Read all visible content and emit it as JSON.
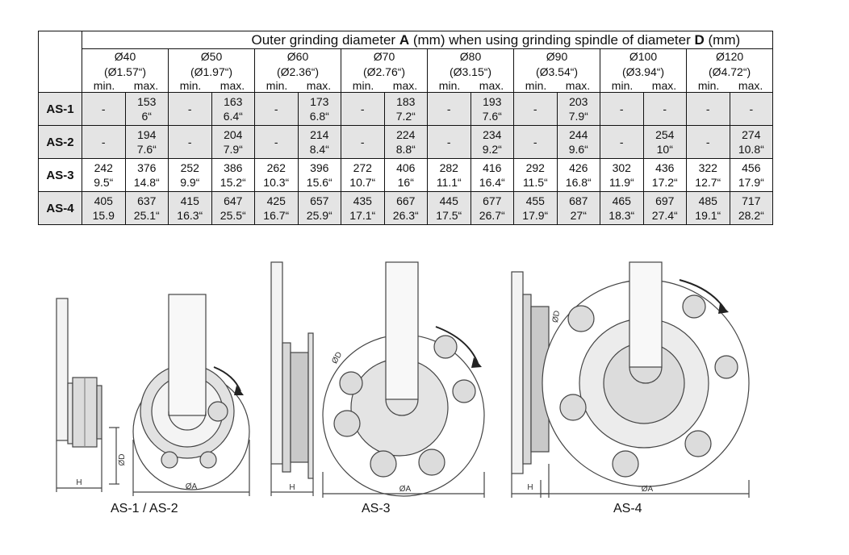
{
  "table": {
    "title_prefix": "Outer grinding diameter ",
    "title_a": "A",
    "title_middle": " (mm) when using grinding spindle of diameter ",
    "title_d": "D",
    "title_suffix": " (mm)",
    "diameters": [
      {
        "mm": "Ø40",
        "inch": "(Ø1.57“)"
      },
      {
        "mm": "Ø50",
        "inch": "(Ø1.97“)"
      },
      {
        "mm": "Ø60",
        "inch": "(Ø2.36“)"
      },
      {
        "mm": "Ø70",
        "inch": "(Ø2.76“)"
      },
      {
        "mm": "Ø80",
        "inch": "(Ø3.15“)"
      },
      {
        "mm": "Ø90",
        "inch": "(Ø3.54“)"
      },
      {
        "mm": "Ø100",
        "inch": "(Ø3.94“)"
      },
      {
        "mm": "Ø120",
        "inch": "(Ø4.72“)"
      }
    ],
    "min_label": "min.",
    "max_label": "max.",
    "rows": [
      {
        "name": "AS-1",
        "cells": [
          {
            "mm": "-",
            "inch": ""
          },
          {
            "mm": "153",
            "inch": "6“"
          },
          {
            "mm": "-",
            "inch": ""
          },
          {
            "mm": "163",
            "inch": "6.4“"
          },
          {
            "mm": "-",
            "inch": ""
          },
          {
            "mm": "173",
            "inch": "6.8“"
          },
          {
            "mm": "-",
            "inch": ""
          },
          {
            "mm": "183",
            "inch": "7.2“"
          },
          {
            "mm": "-",
            "inch": ""
          },
          {
            "mm": "193",
            "inch": "7.6“"
          },
          {
            "mm": "-",
            "inch": ""
          },
          {
            "mm": "203",
            "inch": "7.9“"
          },
          {
            "mm": "-",
            "inch": ""
          },
          {
            "mm": "-",
            "inch": ""
          },
          {
            "mm": "-",
            "inch": ""
          },
          {
            "mm": "-",
            "inch": ""
          }
        ]
      },
      {
        "name": "AS-2",
        "cells": [
          {
            "mm": "-",
            "inch": ""
          },
          {
            "mm": "194",
            "inch": "7.6“"
          },
          {
            "mm": "-",
            "inch": ""
          },
          {
            "mm": "204",
            "inch": "7.9“"
          },
          {
            "mm": "-",
            "inch": ""
          },
          {
            "mm": "214",
            "inch": "8.4“"
          },
          {
            "mm": "-",
            "inch": ""
          },
          {
            "mm": "224",
            "inch": "8.8“"
          },
          {
            "mm": "-",
            "inch": ""
          },
          {
            "mm": "234",
            "inch": "9.2“"
          },
          {
            "mm": "-",
            "inch": ""
          },
          {
            "mm": "244",
            "inch": "9.6“"
          },
          {
            "mm": "-",
            "inch": ""
          },
          {
            "mm": "254",
            "inch": "10“"
          },
          {
            "mm": "-",
            "inch": ""
          },
          {
            "mm": "274",
            "inch": "10.8“"
          }
        ]
      },
      {
        "name": "AS-3",
        "cells": [
          {
            "mm": "242",
            "inch": "9.5“"
          },
          {
            "mm": "376",
            "inch": "14.8“"
          },
          {
            "mm": "252",
            "inch": "9.9“"
          },
          {
            "mm": "386",
            "inch": "15.2“"
          },
          {
            "mm": "262",
            "inch": "10.3“"
          },
          {
            "mm": "396",
            "inch": "15.6“"
          },
          {
            "mm": "272",
            "inch": "10.7“"
          },
          {
            "mm": "406",
            "inch": "16“"
          },
          {
            "mm": "282",
            "inch": "11.1“"
          },
          {
            "mm": "416",
            "inch": "16.4“"
          },
          {
            "mm": "292",
            "inch": "11.5“"
          },
          {
            "mm": "426",
            "inch": "16.8“"
          },
          {
            "mm": "302",
            "inch": "11.9“"
          },
          {
            "mm": "436",
            "inch": "17.2“"
          },
          {
            "mm": "322",
            "inch": "12.7“"
          },
          {
            "mm": "456",
            "inch": "17.9“"
          }
        ]
      },
      {
        "name": "AS-4",
        "cells": [
          {
            "mm": "405",
            "inch": "15.9"
          },
          {
            "mm": "637",
            "inch": "25.1“"
          },
          {
            "mm": "415",
            "inch": "16.3“"
          },
          {
            "mm": "647",
            "inch": "25.5“"
          },
          {
            "mm": "425",
            "inch": "16.7“"
          },
          {
            "mm": "657",
            "inch": "25.9“"
          },
          {
            "mm": "435",
            "inch": "17.1“"
          },
          {
            "mm": "667",
            "inch": "26.3“"
          },
          {
            "mm": "445",
            "inch": "17.5“"
          },
          {
            "mm": "677",
            "inch": "26.7“"
          },
          {
            "mm": "455",
            "inch": "17.9“"
          },
          {
            "mm": "687",
            "inch": "27“"
          },
          {
            "mm": "465",
            "inch": "18.3“"
          },
          {
            "mm": "697",
            "inch": "27.4“"
          },
          {
            "mm": "485",
            "inch": "19.1“"
          },
          {
            "mm": "717",
            "inch": "28.2“"
          }
        ]
      }
    ],
    "grey_rows": [
      "AS-1",
      "AS-2",
      "AS-4"
    ]
  },
  "drawings": {
    "label_h": "H",
    "label_d": "ØD",
    "label_a": "ØA",
    "captions": [
      "AS-1 / AS-2",
      "AS-3",
      "AS-4"
    ]
  },
  "colors": {
    "row_grey": "#e4e4e4",
    "line": "#444444"
  }
}
